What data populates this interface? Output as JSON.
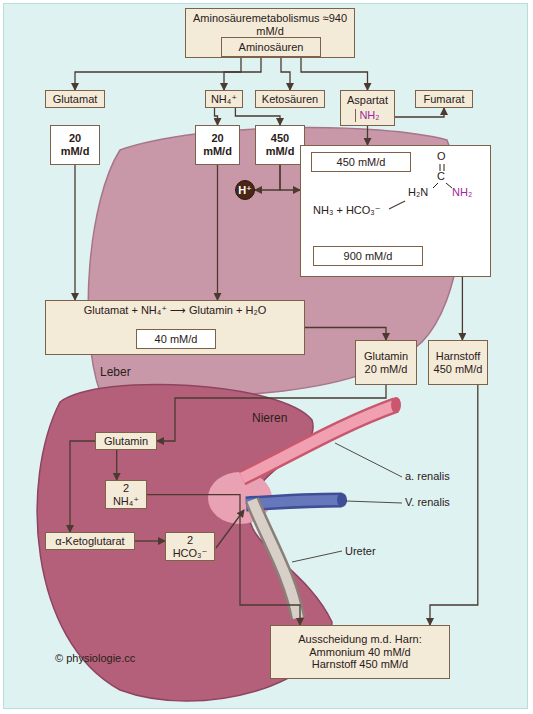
{
  "diagram": {
    "nodes": [
      {
        "text": [
          "Aminosäuremetabolismus ≈940 mM/d"
        ]
      },
      {
        "text": [
          "Aminosäuren"
        ],
        "in": 0
      },
      {
        "text": [
          "Glutamat"
        ]
      },
      {
        "text": [
          "NH₄⁺"
        ]
      },
      {
        "text": [
          "Ketosäuren"
        ]
      },
      {
        "text": [
          "Aspartat",
          "NH₂"
        ]
      },
      {
        "text": [
          "Fumarat"
        ]
      },
      {
        "text": [
          "20 mM/d"
        ]
      },
      {
        "text": [
          "20 mM/d"
        ]
      },
      {
        "text": [
          "450 mM/d"
        ]
      },
      {
        "text": [
          "H⁺"
        ]
      },
      {
        "text": [
          "NH₃ + HCO₃⁻"
        ]
      },
      {
        "text": [
          "450 mM/d"
        ],
        "in": 11
      },
      {
        "text": [
          "900 mM/d"
        ],
        "in": 11
      },
      {
        "text": [
          "Glutamat + NH₄⁺ ⟶ Glutamin + H₂O"
        ]
      },
      {
        "text": [
          "40 mM/d"
        ],
        "in": 14
      },
      {
        "text": [
          "Glutamin",
          "20 mM/d"
        ]
      },
      {
        "text": [
          "Harnstoff",
          "450 mM/d"
        ]
      },
      {
        "text": [
          "Glutamin"
        ]
      },
      {
        "text": [
          "2 NH₄⁺"
        ]
      },
      {
        "text": [
          "α-Ketoglutarat"
        ]
      },
      {
        "text": [
          "2 HCO₃⁻"
        ]
      },
      {
        "text": [
          "Ausscheidung m.d. Harn:",
          "Ammonium 40 mM/d",
          "Harnstoff 450 mM/d"
        ]
      }
    ],
    "edges": [
      {
        "from": 1,
        "to": 2,
        "arrow": "to"
      },
      {
        "from": 1,
        "to": 3,
        "arrow": "to"
      },
      {
        "from": 1,
        "to": 4,
        "arrow": "to"
      },
      {
        "from": 1,
        "to": 5,
        "arrow": "to"
      },
      {
        "from": 3,
        "to": 8,
        "arrow": "to"
      },
      {
        "from": 3,
        "to": 9,
        "arrow": "to"
      },
      {
        "from": 7,
        "to": 14,
        "arrow": "to"
      },
      {
        "from": 8,
        "to": 14,
        "arrow": "to"
      },
      {
        "from": 9,
        "to": 10,
        "arrow": "to"
      },
      {
        "from": 9,
        "to": 11,
        "arrow": "to"
      },
      {
        "from": 5,
        "to": 6,
        "arrow": "to"
      },
      {
        "from": 5,
        "to": 11,
        "arrow": "to"
      },
      {
        "from": 11,
        "to": 17,
        "arrow": "to"
      },
      {
        "from": 14,
        "to": 16,
        "arrow": "to"
      },
      {
        "from": 16,
        "to": 18,
        "arrow": "to"
      },
      {
        "from": 17,
        "to": 22,
        "arrow": "to"
      },
      {
        "from": 18,
        "to": 19,
        "arrow": "to"
      },
      {
        "from": 18,
        "to": 20,
        "arrow": "to"
      },
      {
        "from": 20,
        "to": 21,
        "arrow": "to"
      },
      {
        "from": 19,
        "to": 22,
        "arrow": "to"
      }
    ],
    "labels": [
      "O",
      "C",
      "H₂N",
      "NH₂",
      "Leber",
      "Nieren",
      "a. renalis",
      "V. renalis",
      "Ureter",
      "© physiologie.cc"
    ]
  }
}
